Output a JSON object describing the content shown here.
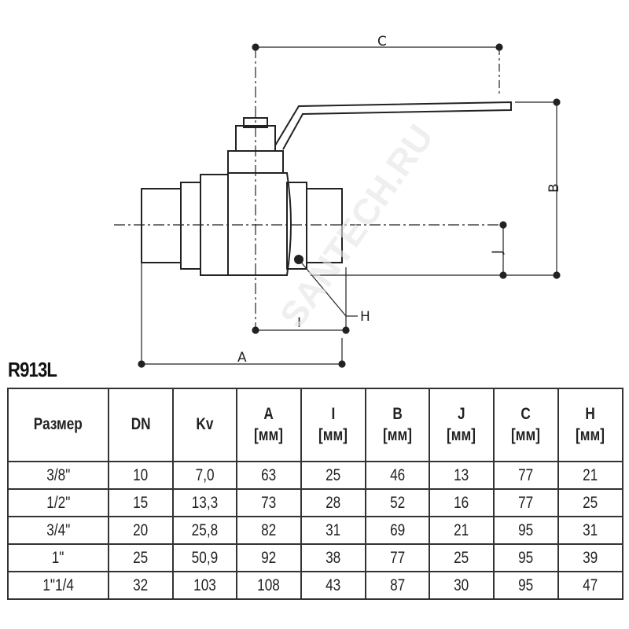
{
  "watermark": "SANTECH.RU",
  "drawing": {
    "labels": {
      "A": "A",
      "B": "B",
      "C": "C",
      "H": "H",
      "I": "I",
      "J": "J"
    }
  },
  "title": "R913L",
  "table": {
    "headers": [
      {
        "name": "Размер",
        "unit": ""
      },
      {
        "name": "DN",
        "unit": ""
      },
      {
        "name": "Kv",
        "unit": ""
      },
      {
        "name": "A",
        "unit": "[мм]"
      },
      {
        "name": "I",
        "unit": "[мм]"
      },
      {
        "name": "B",
        "unit": "[мм]"
      },
      {
        "name": "J",
        "unit": "[мм]"
      },
      {
        "name": "C",
        "unit": "[мм]"
      },
      {
        "name": "H",
        "unit": "[мм]"
      }
    ],
    "rows": [
      [
        "3/8\"",
        "10",
        "7,0",
        "63",
        "25",
        "46",
        "13",
        "77",
        "21"
      ],
      [
        "1/2\"",
        "15",
        "13,3",
        "73",
        "28",
        "52",
        "16",
        "77",
        "25"
      ],
      [
        "3/4\"",
        "20",
        "25,8",
        "82",
        "31",
        "69",
        "21",
        "95",
        "31"
      ],
      [
        "1\"",
        "25",
        "50,9",
        "92",
        "38",
        "77",
        "25",
        "95",
        "39"
      ],
      [
        "1\"1/4",
        "32",
        "103",
        "108",
        "43",
        "87",
        "30",
        "95",
        "47"
      ]
    ]
  }
}
